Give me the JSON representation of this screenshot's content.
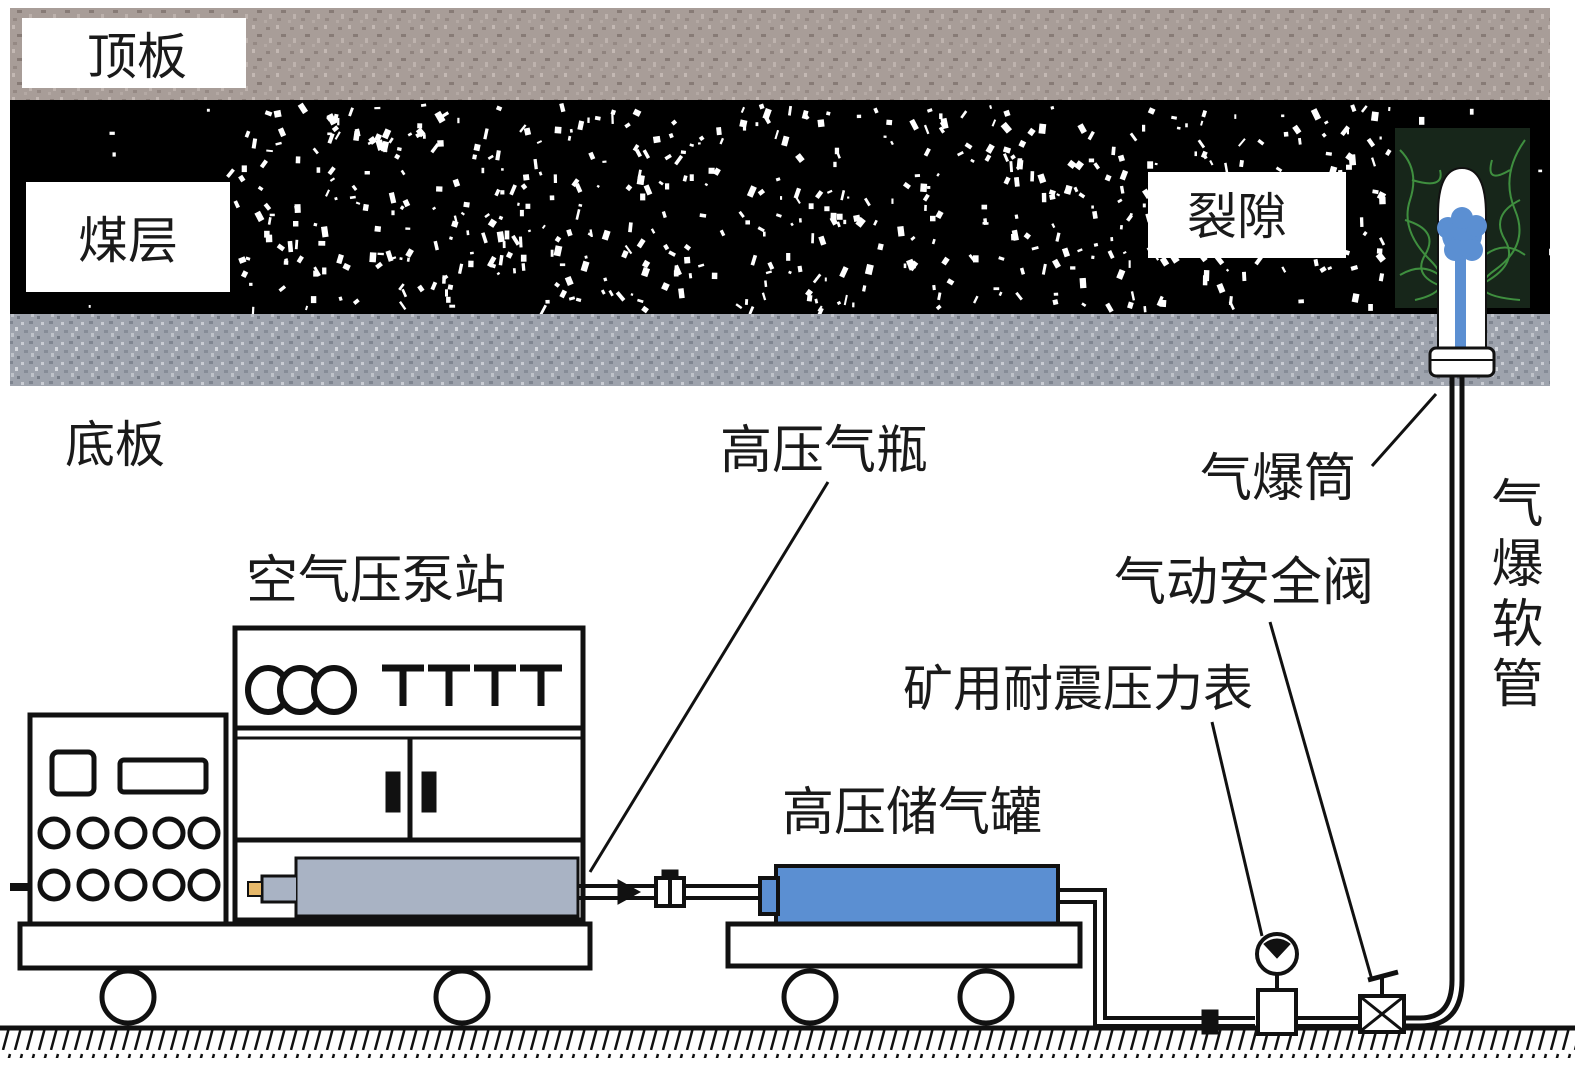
{
  "labels": {
    "roof": "顶板",
    "coal_seam": "煤层",
    "fracture": "裂隙",
    "floor": "底板",
    "hp_bottle": "高压气瓶",
    "blast_tube": "气爆筒",
    "pump_station": "空气压泵站",
    "safety_valve": "气动安全阀",
    "pressure_gauge": "矿用耐震压力表",
    "storage_tank": "高压储气罐",
    "blast_hose": "气爆软管"
  },
  "colors": {
    "roof": "#a89d98",
    "coal": "#000000",
    "coal_specks": "#ffffff",
    "floor_rock": "#9ea3ad",
    "bottle": "#a9b3c4",
    "tank": "#5b8fd2",
    "gas": "#5b8fd2",
    "fracture_lines": "#3f8f3f",
    "line": "#111111"
  },
  "icons": {
    "pump_console": "control-panel-icon",
    "gauge": "pressure-gauge-icon",
    "valve": "valve-icon"
  }
}
